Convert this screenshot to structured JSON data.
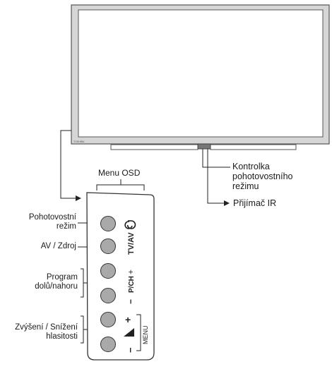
{
  "tv": {
    "brand": "TOSHIBA"
  },
  "labels": {
    "menu_osd": "Menu OSD",
    "standby_led_line1": "Kontrolka",
    "standby_led_line2": "pohotovostního",
    "standby_led_line3": "režimu",
    "ir_receiver": "Přijímač IR",
    "standby_line1": "Pohotovostní",
    "standby_line2": "režim",
    "av_source": "AV / Zdroj",
    "program_line1": "Program",
    "program_line2": "dolů/nahoru",
    "volume_line1": "Zvýšení / Snížení",
    "volume_line2": "hlasitosti"
  },
  "panel_symbols": {
    "tvav": "TV/AV",
    "pch": "P/CH",
    "menu": "MENU",
    "plus": "+",
    "minus": "−"
  },
  "colors": {
    "tv_frame": "#d6d6d6",
    "button_fill": "#a9a9a9",
    "line": "#222222"
  }
}
